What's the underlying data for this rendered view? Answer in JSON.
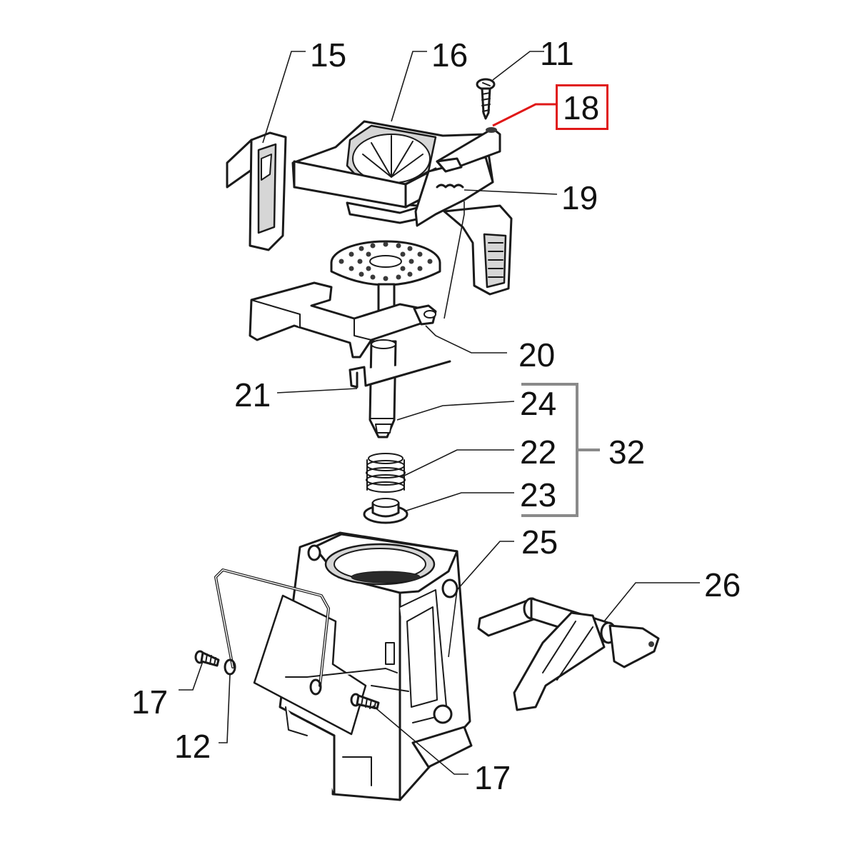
{
  "diagram": {
    "highlight_color": "#e01818",
    "group_bracket_color": "#8a8a8a",
    "callouts": {
      "c15": "15",
      "c16": "16",
      "c11": "11",
      "c18": "18",
      "c19": "19",
      "c20": "20",
      "c21": "21",
      "c24": "24",
      "c22": "22",
      "c23": "23",
      "c32": "32",
      "c25": "25",
      "c26": "26",
      "c17a": "17",
      "c12": "12",
      "c17b": "17"
    },
    "highlighted_part": "18"
  }
}
